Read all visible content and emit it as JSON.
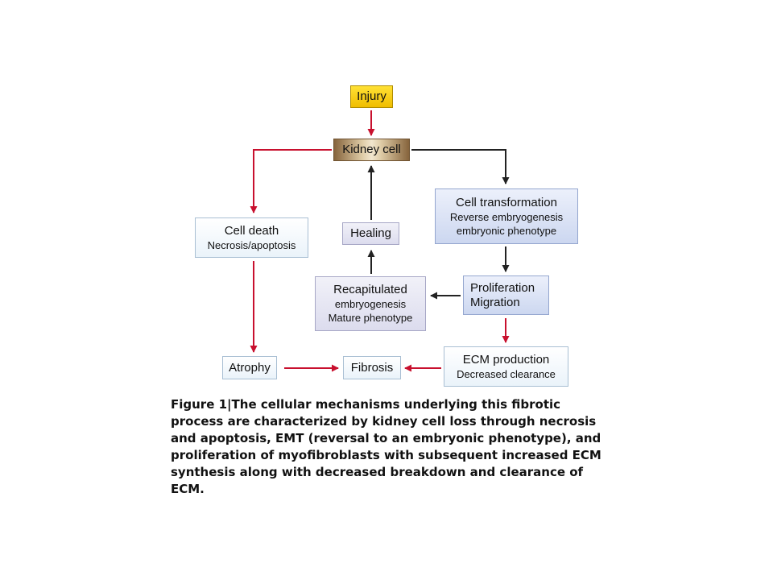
{
  "diagram": {
    "nodes": {
      "injury": {
        "line1": "Injury"
      },
      "kidney_cell": {
        "line1": "Kidney cell"
      },
      "cell_transformation": {
        "line1": "Cell transformation",
        "line2": "Reverse embryogenesis",
        "line3": "embryonic phenotype"
      },
      "cell_death": {
        "line1": "Cell death",
        "line2": "Necrosis/apoptosis"
      },
      "healing": {
        "line1": "Healing"
      },
      "recapitulated": {
        "line1": "Recapitulated",
        "line2": "embryogenesis",
        "line3": "Mature phenotype"
      },
      "proliferation": {
        "line1": "Proliferation",
        "line2": "Migration"
      },
      "atrophy": {
        "line1": "Atrophy"
      },
      "fibrosis": {
        "line1": "Fibrosis"
      },
      "ecm_production": {
        "line1": "ECM production",
        "line2": "Decreased clearance"
      }
    },
    "edges": [
      {
        "from": "injury",
        "to": "kidney_cell",
        "color": "red"
      },
      {
        "from": "kidney_cell",
        "to": "cell_death",
        "color": "red"
      },
      {
        "from": "kidney_cell",
        "to": "cell_transformation",
        "color": "black"
      },
      {
        "from": "healing",
        "to": "kidney_cell",
        "color": "black"
      },
      {
        "from": "recapitulated",
        "to": "healing",
        "color": "black"
      },
      {
        "from": "cell_transformation",
        "to": "proliferation",
        "color": "black"
      },
      {
        "from": "proliferation",
        "to": "recapitulated",
        "color": "black"
      },
      {
        "from": "proliferation",
        "to": "ecm_production",
        "color": "red"
      },
      {
        "from": "cell_death",
        "to": "atrophy",
        "color": "red"
      },
      {
        "from": "atrophy",
        "to": "fibrosis",
        "color": "red"
      },
      {
        "from": "ecm_production",
        "to": "fibrosis",
        "color": "red"
      }
    ]
  },
  "caption": {
    "figure_label": "Figure 1",
    "separator": "|",
    "text": "The cellular mechanisms underlying this fibrotic process are characterized by kidney cell loss through necrosis and apoptosis, EMT (reversal to an embryonic phenotype), and proliferation of myofibroblasts with subsequent increased ECM synthesis along with decreased breakdown and clearance of ECM."
  },
  "colors": {
    "red_arrow": "#c8102e",
    "black_arrow": "#222222",
    "injury_fill": "#f6c800",
    "kidney_fill": "#9c7a4c",
    "light_box_fill": "#eaf3fa",
    "lavender_box_fill": "#dcdcee",
    "blue_box_fill": "#ccd7f0"
  }
}
